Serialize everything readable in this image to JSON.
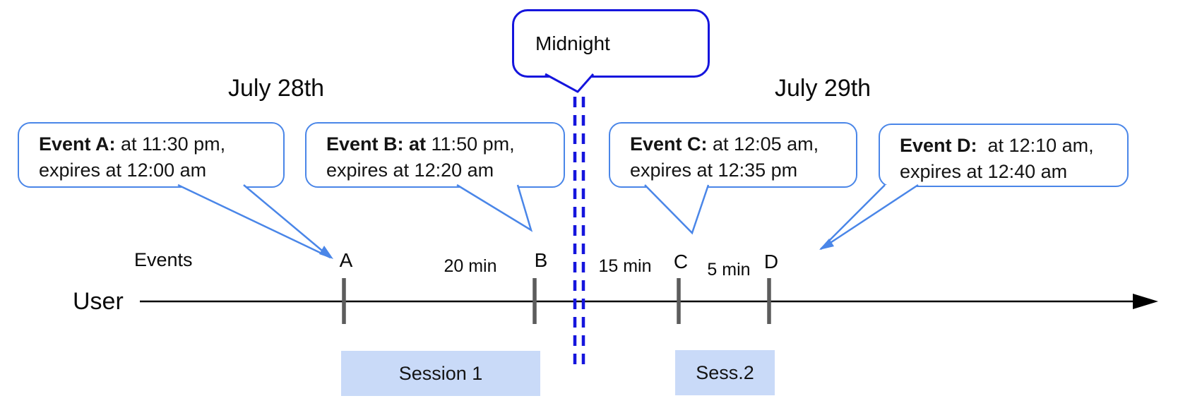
{
  "diagram": {
    "dates": {
      "left": "July 28th",
      "right": "July 29th"
    },
    "midnight": {
      "label": "Midnight"
    },
    "event_callouts": [
      {
        "event": "A",
        "title": "Event A:",
        "time": " at 11:30 pm,",
        "expiry": "expires at 12:00 am"
      },
      {
        "event": "B",
        "title": "Event B: at",
        "time": " 11:50 pm,",
        "expiry": "expires at 12:20 am"
      },
      {
        "event": "C",
        "title": "Event C:",
        "time": " at 12:05 am,",
        "expiry": "expires at 12:35 pm"
      },
      {
        "event": "D",
        "title": "Event D:",
        "time": "  at 12:10 am,",
        "expiry": "expires at 12:40 am"
      }
    ],
    "timeline": {
      "row_label": "User",
      "events_label": "Events",
      "markers": [
        "A",
        "B",
        "C",
        "D"
      ],
      "intervals": [
        "20 min",
        "15 min",
        "5 min"
      ]
    },
    "sessions": [
      "Session 1",
      "Sess.2"
    ],
    "colors": {
      "event_callout_border": "#4a86e8",
      "midnight_blue": "#1515dd",
      "session_fill": "#c9daf8",
      "tick_gray": "#5c5c5c",
      "axis_black": "#000000"
    }
  }
}
